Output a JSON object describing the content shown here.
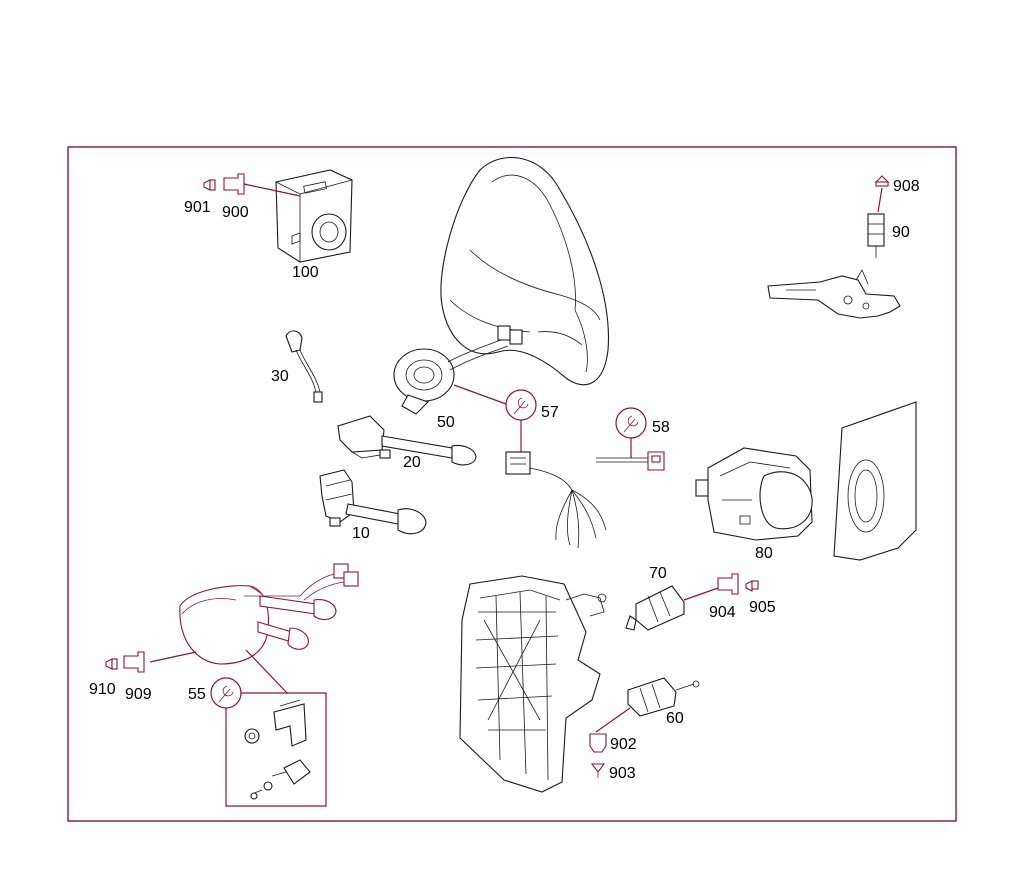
{
  "colors": {
    "frame": "#8a1538",
    "leader": "#8a1538",
    "label": "#000000",
    "part_outline": "#1a1a1a"
  },
  "callouts": {
    "c901": "901",
    "c900": "900",
    "c100": "100",
    "c908": "908",
    "c90": "90",
    "c30": "30",
    "c50": "50",
    "c57": "57",
    "c58": "58",
    "c20": "20",
    "c10": "10",
    "c80": "80",
    "c70": "70",
    "c904": "904",
    "c905": "905",
    "c910": "910",
    "c909": "909",
    "c55": "55",
    "c902": "902",
    "c903": "903",
    "c60": "60"
  },
  "icons": {
    "service": "wrench-icon",
    "connector": "connector-icon",
    "contact_pin": "pin-icon"
  }
}
